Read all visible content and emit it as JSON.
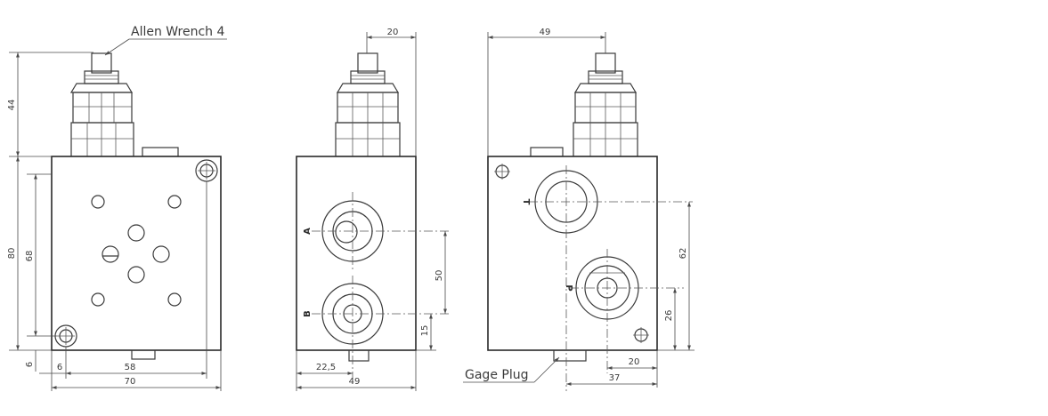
{
  "labels": {
    "allen_wrench": "Allen Wrench 4",
    "gage_plug": "Gage Plug"
  },
  "ports": {
    "a": "A",
    "b": "B",
    "t": "T",
    "p": "P"
  },
  "dimensions": {
    "d44": "44",
    "d80": "80",
    "d68": "68",
    "d6v": "6",
    "d6h": "6",
    "d58": "58",
    "d70": "70",
    "d20_top": "20",
    "d50": "50",
    "d15": "15",
    "d22_5": "22,5",
    "d49_bottom": "49",
    "d49_top": "49",
    "d62": "62",
    "d26": "26",
    "d20_bottom": "20",
    "d37": "37"
  },
  "colors": {
    "line": "#3a3a3a",
    "background": "#ffffff"
  }
}
